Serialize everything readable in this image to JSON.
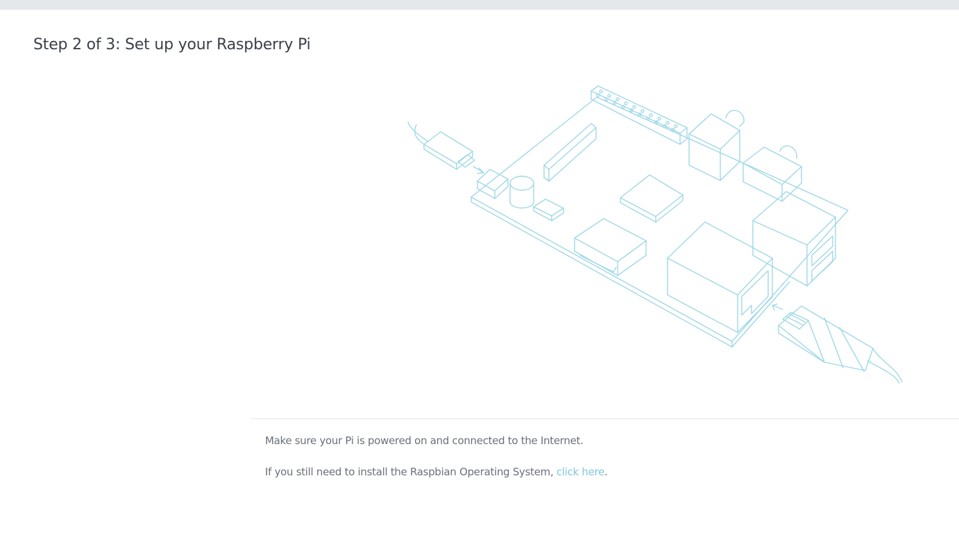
{
  "page": {
    "title": "Step 2 of 3: Set up your Raspberry Pi"
  },
  "illustration": {
    "subject": "raspberry-pi-board",
    "line_color": "#9fd8e6"
  },
  "instructions": {
    "line1": "Make sure your Pi is powered on and connected to the Internet.",
    "line2_prefix": "If you still need to install the Raspbian Operating System, ",
    "line2_link": "click here",
    "line2_suffix": "."
  },
  "colors": {
    "top_bar": "#e5e8eb",
    "title": "#3a4048",
    "body_text": "#6b7078",
    "link": "#7ec8dd"
  }
}
